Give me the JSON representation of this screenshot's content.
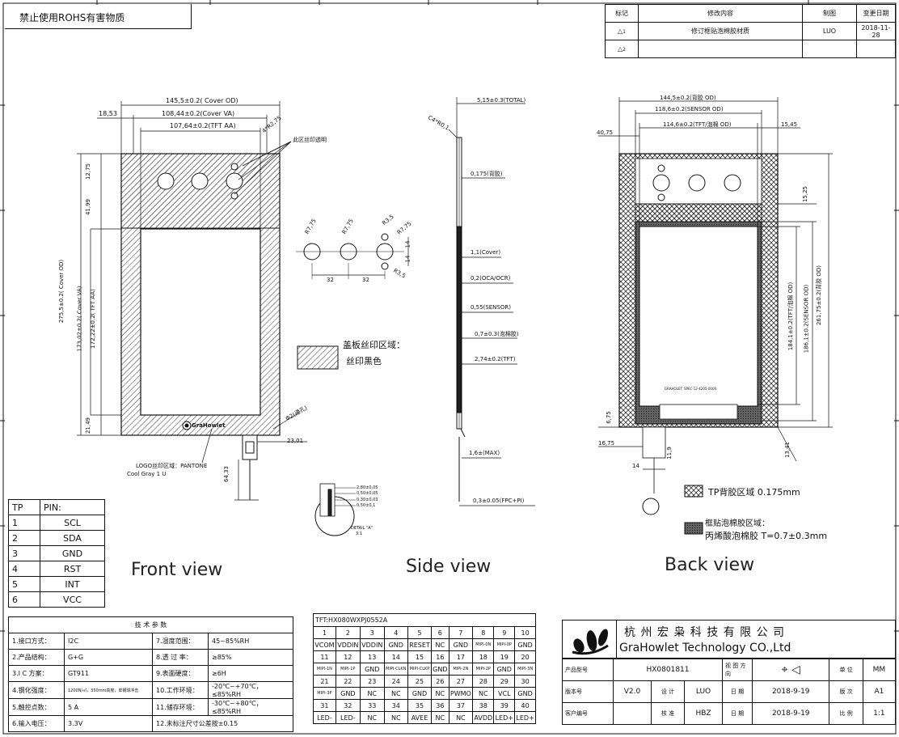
{
  "header_note": "禁止使用ROHS有害物质",
  "revision": {
    "headers": [
      "标记",
      "修改内容",
      "制图",
      "变更日期"
    ],
    "rows": [
      {
        "mark": "1",
        "content": "修订框贴泡棉胶材质",
        "drafter": "LUO",
        "date": "2018-11-28"
      },
      {
        "mark": "2",
        "content": "",
        "drafter": "",
        "date": ""
      }
    ]
  },
  "front": {
    "dim_cover_od": "145,5±0.2( Cover OD)",
    "dim_cover_va": "108,44±0.2(Cover VA)",
    "dim_tft_aa": "107,64±0.2(TFT AA)",
    "dim_left": "18,53",
    "dim_radius": "4*R2,75",
    "note_transparent": "此区丝印透明",
    "dim_12_75": "12,75",
    "dim_41_99": "41,99",
    "dim_h_cover_od": "275,5±0.2( Cover OD)",
    "dim_h_cover_va": "173,02±0.2( Cover VA)",
    "dim_h_tft_aa": "172,22±0.2( TFT AA)",
    "dim_21_49": "21,49",
    "dim_phi2": "Φ2(通孔)",
    "dim_23_01": "23,01",
    "dim_64_33": "64,33",
    "logo_note": "LOGO丝印区域：PANTONE",
    "logo_color": "Cool Gray 1 U",
    "logo_text": "GraHowlet",
    "label": "Front view"
  },
  "holes": {
    "r1": "R7,75",
    "r2": "R7,75",
    "r3": "R3,5",
    "r4": "R7,75",
    "r5": "R3,5",
    "d14a": "14",
    "d14b": "14",
    "d32a": "32",
    "d32b": "32"
  },
  "legend": {
    "silk_title": "盖板丝印区域：",
    "silk_color": "丝印黑色",
    "tp_adhesive": "TP背胶区域 0.175mm",
    "foam_title": "框贴泡棉胶区域：",
    "foam_spec": "丙烯酸泡棉胶 T=0.7±0.3mm"
  },
  "side": {
    "total": "5,15±0.3(TOTAL)",
    "chamfer": "C4*R0,1",
    "backing": "0,175(背胶)",
    "cover": "1,1(Cover)",
    "oca": "0,2(OCA/OCR)",
    "sensor": "0,55(SENSOR)",
    "foam": "0,7±0.3(泡棉胶)",
    "tft": "2,74±0.2(TFT)",
    "max": "1,6±(MAX)",
    "fpc": "0,3±0.05(FPC+PI)",
    "detail_a": "DETAIL \"A\"",
    "detail_scale": "3:1",
    "d1": "2,80±0,05",
    "d2": "0,50±0,05",
    "d3": "0,30±0,03",
    "d4": "0,50±0,1",
    "label": "Side view"
  },
  "back": {
    "dim_back_od": "144,5±0.2(背胶 OD)",
    "dim_sensor_od": "118,6±0.2(SENSOR OD)",
    "dim_tft_od": "114,6±0.2(TFT/泡棉 OD)",
    "dim_40_75": "40,75",
    "dim_15_45": "15,45",
    "dim_15_25": "15,25",
    "dim_h_tft": "184,1±0.2(TFT/泡棉 OD)",
    "dim_h_sensor": "186,1±0.2(SENSOR OD)",
    "dim_h_back": "261,75±0.2(背胶 OD)",
    "dim_6_75": "6,75",
    "dim_16_75": "16,75",
    "dim_13_41": "13,41",
    "dim_14": "14",
    "dim_11_9": "11,9",
    "label_chip": "GRAHOLET: SPEC-12-4205-0000",
    "label": "Back view"
  },
  "tp_pins": {
    "header_left": "TP",
    "header_right": "PIN:",
    "rows": [
      {
        "no": "1",
        "name": "SCL"
      },
      {
        "no": "2",
        "name": "SDA"
      },
      {
        "no": "3",
        "name": "GND"
      },
      {
        "no": "4",
        "name": "RST"
      },
      {
        "no": "5",
        "name": "INT"
      },
      {
        "no": "6",
        "name": "VCC"
      }
    ]
  },
  "tech": {
    "title": "技 术 参 数",
    "rows": [
      {
        "k1": "1.接口方式：",
        "v1": "I2C",
        "k2": "7.湿度范围：",
        "v2": "45~85%RH"
      },
      {
        "k1": "2.产品结构：",
        "v1": "G+G",
        "k2": "8.透 过 率：",
        "v2": "≥85%"
      },
      {
        "k1": "3.I C 方案：",
        "v1": "GT911",
        "k2": "9.表面硬度：",
        "v2": "≥6H"
      },
      {
        "k1": "4.钢化强度：",
        "v1": "1200N/㎡，350mm高度，单钢球冲击",
        "k2": "10.工作环境：",
        "v2": "-20℃~+70℃，≤85%RH"
      },
      {
        "k1": "5.触控点数：",
        "v1": "5 A",
        "k2": "11.储存环境：",
        "v2": "-30℃~+80℃，≤85%RH"
      },
      {
        "k1": "6.输入电压：",
        "v1": "3.3V",
        "k2": "12.未标注尺寸公差按±0.15",
        "v2": ""
      }
    ]
  },
  "tft_pins": {
    "title": "TFT:HX080WXPJ0552A",
    "rows": [
      [
        "1",
        "2",
        "3",
        "4",
        "5",
        "6",
        "7",
        "8",
        "9",
        "10"
      ],
      [
        "VCOM",
        "VDDIN",
        "VDDIN",
        "GND",
        "RESET",
        "NC",
        "GND",
        "MIPI-0N",
        "MIPI-0P",
        "GND"
      ],
      [
        "11",
        "12",
        "13",
        "14",
        "15",
        "16",
        "17",
        "18",
        "19",
        "20"
      ],
      [
        "MIPI-1N",
        "MIPI-1P",
        "GND",
        "MIPI-CLKN",
        "MIPI-CLKP",
        "GND",
        "MIPI-2N",
        "MIPI-2P",
        "GND",
        "MIPI-3N"
      ],
      [
        "21",
        "22",
        "23",
        "24",
        "25",
        "26",
        "27",
        "28",
        "29",
        "30"
      ],
      [
        "MIPI-3P",
        "GND",
        "NC",
        "NC",
        "GND",
        "NC",
        "PWMO",
        "NC",
        "VCL",
        "GND"
      ],
      [
        "31",
        "32",
        "33",
        "34",
        "35",
        "36",
        "37",
        "38",
        "39",
        "40"
      ],
      [
        "LED-",
        "LED-",
        "NC",
        "NC",
        "AVEE",
        "NC",
        "NC",
        "AVDD",
        "LED+",
        "LED+"
      ]
    ]
  },
  "title_block": {
    "company_cn": "杭 州 宏 枭 科 技 有 限 公 司",
    "company_en": "GraHowlet Technology CO.,Ltd",
    "product_no_label": "产品型号",
    "product_no": "HX0801811",
    "view_dir_label": "视 图 方 向",
    "unit_label": "单 位",
    "unit": "MM",
    "version_label": "版本号",
    "version": "V2.0",
    "design_label": "设 计",
    "designer": "LUO",
    "date_label1": "日 期",
    "date1": "2018-9-19",
    "rev_label": "版 次",
    "rev": "A1",
    "customer_label": "客户编号",
    "check_label": "核 准",
    "checker": "HBZ",
    "date_label2": "日 期",
    "date2": "2018-9-19",
    "scale_label": "比 例",
    "scale": "1:1"
  }
}
